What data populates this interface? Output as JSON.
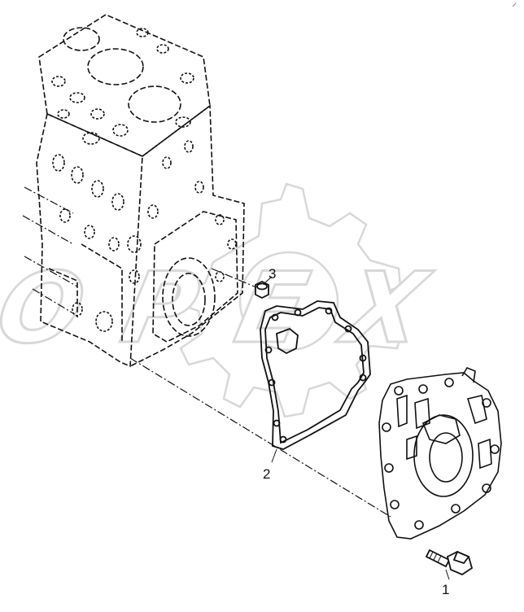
{
  "watermark": {
    "text": "OPEX"
  },
  "callouts": [
    {
      "id": "1",
      "label": "1",
      "part": "bolt"
    },
    {
      "id": "2",
      "label": "2",
      "part": "gasket"
    },
    {
      "id": "3",
      "label": "3",
      "part": "nut"
    }
  ],
  "colors": {
    "line": "#111111",
    "watermark": "#d8d8d8",
    "background": "#ffffff"
  }
}
